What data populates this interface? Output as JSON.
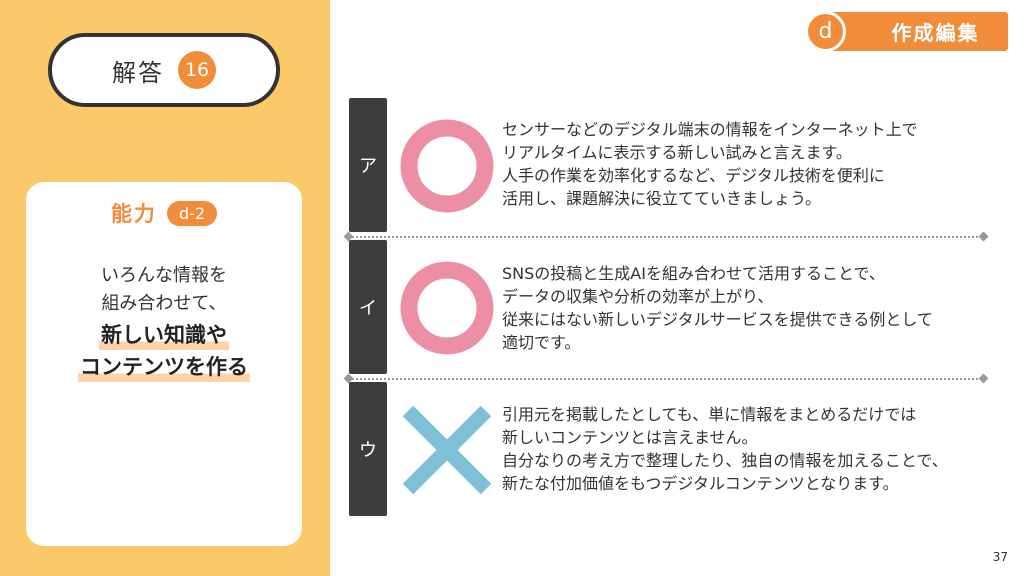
{
  "answer": {
    "label": "解答",
    "number": "16"
  },
  "ability": {
    "title": "能力",
    "badge": "d-2",
    "lines": [
      "いろんな情報を",
      "組み合わせて、"
    ],
    "emphasis": [
      "新しい知識や",
      "コンテンツを作る"
    ]
  },
  "category": {
    "letter": "d",
    "label": "作成編集"
  },
  "rows": [
    {
      "tab": "ア",
      "mark": "circle",
      "text": [
        "センサーなどのデジタル端末の情報をインターネット上で",
        "リアルタイムに表示する新しい試みと言えます。",
        "人手の作業を効率化するなど、デジタル技術を便利に",
        "活用し、課題解決に役立てていきましょう。"
      ]
    },
    {
      "tab": "イ",
      "mark": "circle",
      "text": [
        "SNSの投稿と生成AIを組み合わせて活用することで、",
        "データの収集や分析の効率が上がり、",
        "従来にはない新しいデジタルサービスを提供できる例として",
        "適切です。"
      ]
    },
    {
      "tab": "ウ",
      "mark": "cross",
      "text": [
        "引用元を掲載したとしても、単に情報をまとめるだけでは",
        "新しいコンテンツとは言えません。",
        "自分なりの考え方で整理したり、独自の情報を加えることで、",
        "新たな付加価値をもつデジタルコンテンツとなります。"
      ]
    }
  ],
  "colors": {
    "accent": "#f08c3a",
    "panel": "#fcc96a",
    "correct": "#ec8fa5",
    "incorrect": "#7fc0d8"
  },
  "page_number": "37"
}
